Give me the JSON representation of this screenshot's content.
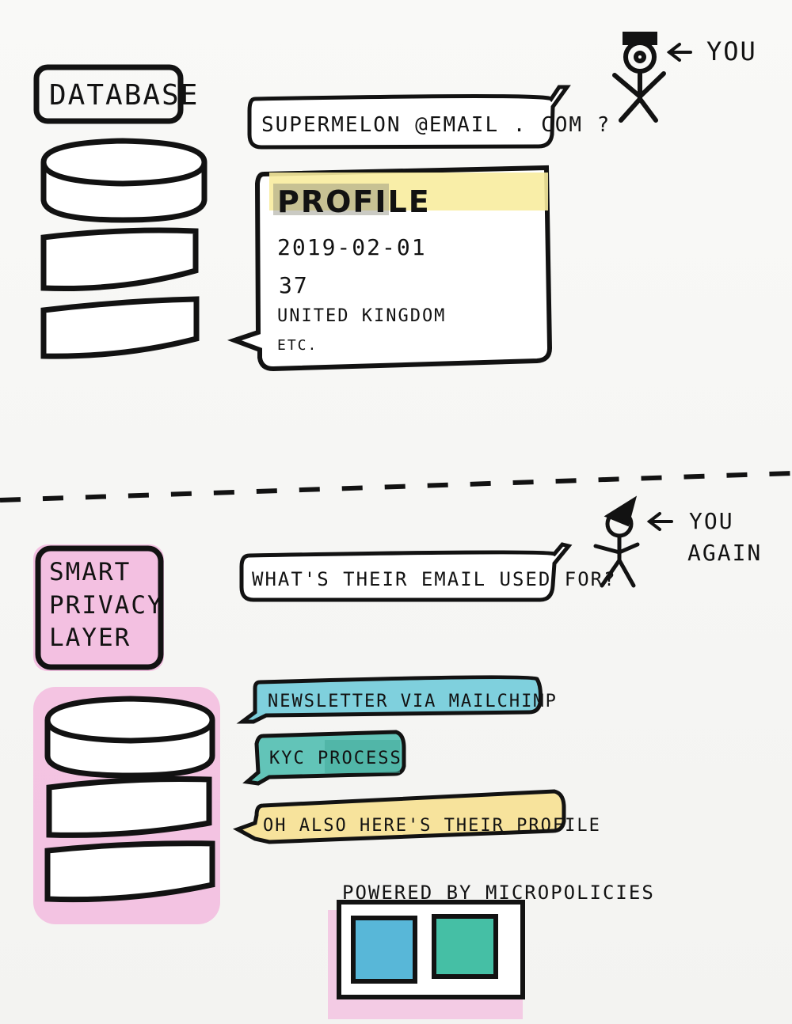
{
  "top": {
    "database_label": "DATABASE",
    "question_bubble": "SUPERMELON @EMAIL . COM ?",
    "profile_card": {
      "title": "PROFILE",
      "lines": [
        "2019-02-01",
        "37",
        "UNITED KINGDOM",
        "ETC."
      ]
    },
    "you_label": "YOU"
  },
  "bottom": {
    "layer_label": [
      "SMART",
      "PRIVACY",
      "LAYER"
    ],
    "question_bubble": "WHAT'S THEIR EMAIL USED FOR?",
    "you_again_label": [
      "YOU",
      "AGAIN"
    ],
    "answers": [
      {
        "text": "NEWSLETTER VIA MAILCHIMP",
        "color": "#7fd0dd"
      },
      {
        "text": "KYC PROCESS",
        "color": "#62c4b8"
      },
      {
        "text": "OH ALSO HERE'S THEIR PROFILE",
        "color": "#f7e39c"
      }
    ],
    "powered_by": "POWERED BY MICROPOLICIES"
  },
  "colors": {
    "ink": "#121212",
    "pink_highlight": "#f2a9d8",
    "yellow_highlight": "#f8ec9e",
    "blue": "#58b7d8",
    "teal": "#45bfa5"
  }
}
